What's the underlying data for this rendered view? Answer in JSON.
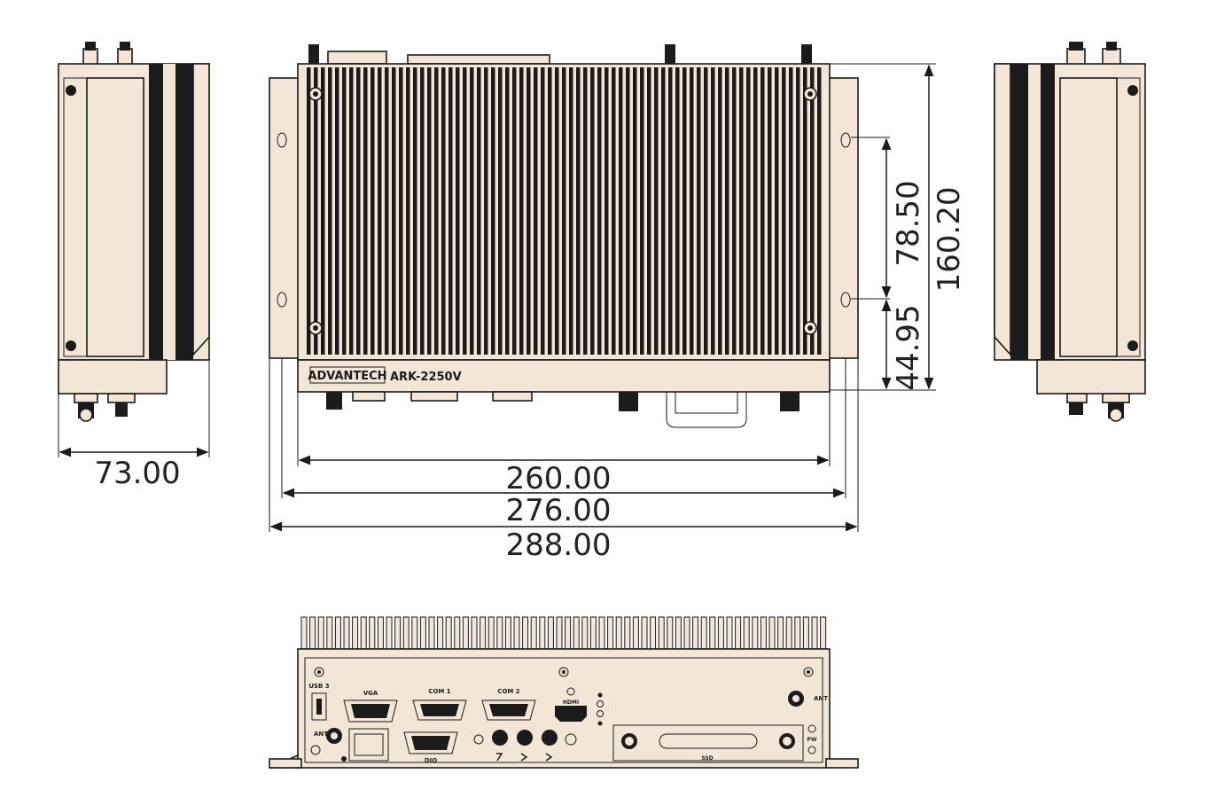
{
  "dimensions": {
    "side_width": "73.00",
    "inner_width": "260.00",
    "mid_width": "276.00",
    "outer_width": "288.00",
    "hole_spacing": "78.50",
    "total_height": "160.20",
    "bottom_offset": "44.95"
  },
  "front_view": {
    "brand": "ADVANTECH",
    "model": "ARK-2250V"
  },
  "rear_ports": {
    "usb": "USB 3",
    "vga": "VGA",
    "com1": "COM 1",
    "com2": "COM 2",
    "hdmi": "HDMI",
    "dio": "DIO",
    "ant_left": "ANT",
    "ant_right": "ANT",
    "ssd": "SSD",
    "pwr": "PW"
  },
  "colors": {
    "body_fill": "#f3e6d6",
    "heatsink_fill": "#1b1b1b",
    "line": "#1a1a1a"
  }
}
